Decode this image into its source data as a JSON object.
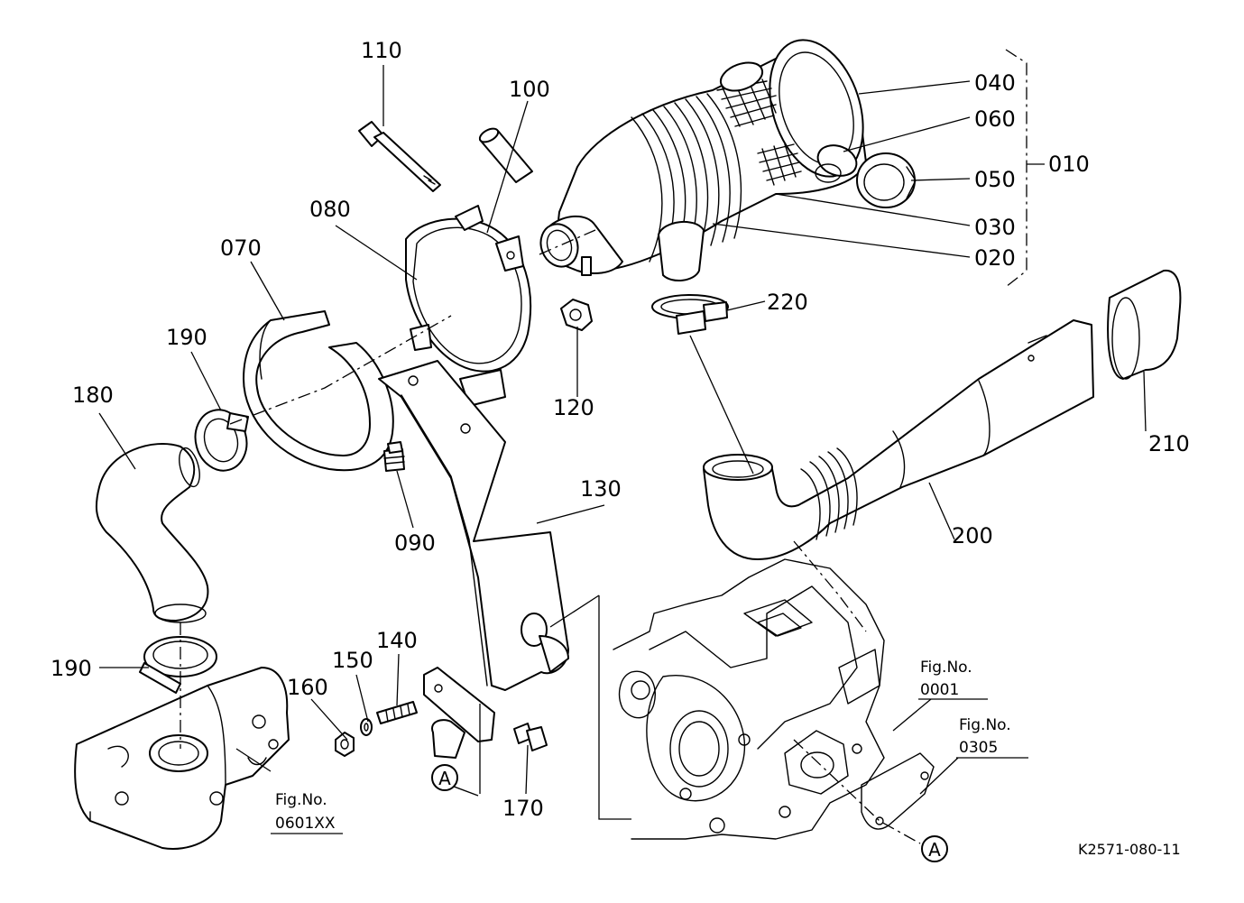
{
  "parts": {
    "p010": "010",
    "p020": "020",
    "p030": "030",
    "p040": "040",
    "p050": "050",
    "p060": "060",
    "p070": "070",
    "p080": "080",
    "p090": "090",
    "p100": "100",
    "p110": "110",
    "p120": "120",
    "p130": "130",
    "p140": "140",
    "p150": "150",
    "p160": "160",
    "p170": "170",
    "p180": "180",
    "p190a": "190",
    "p190b": "190",
    "p200": "200",
    "p210": "210",
    "p220": "220"
  },
  "figure_refs": {
    "ref1": {
      "label": "Fig.No.",
      "number": "0001"
    },
    "ref2": {
      "label": "Fig.No.",
      "number": "0305"
    },
    "ref3": {
      "label": "Fig.No.",
      "number": "0601XX"
    }
  },
  "connector_marks": {
    "a1": "A",
    "a2": "A"
  },
  "drawing_code": "K2571-080-11"
}
